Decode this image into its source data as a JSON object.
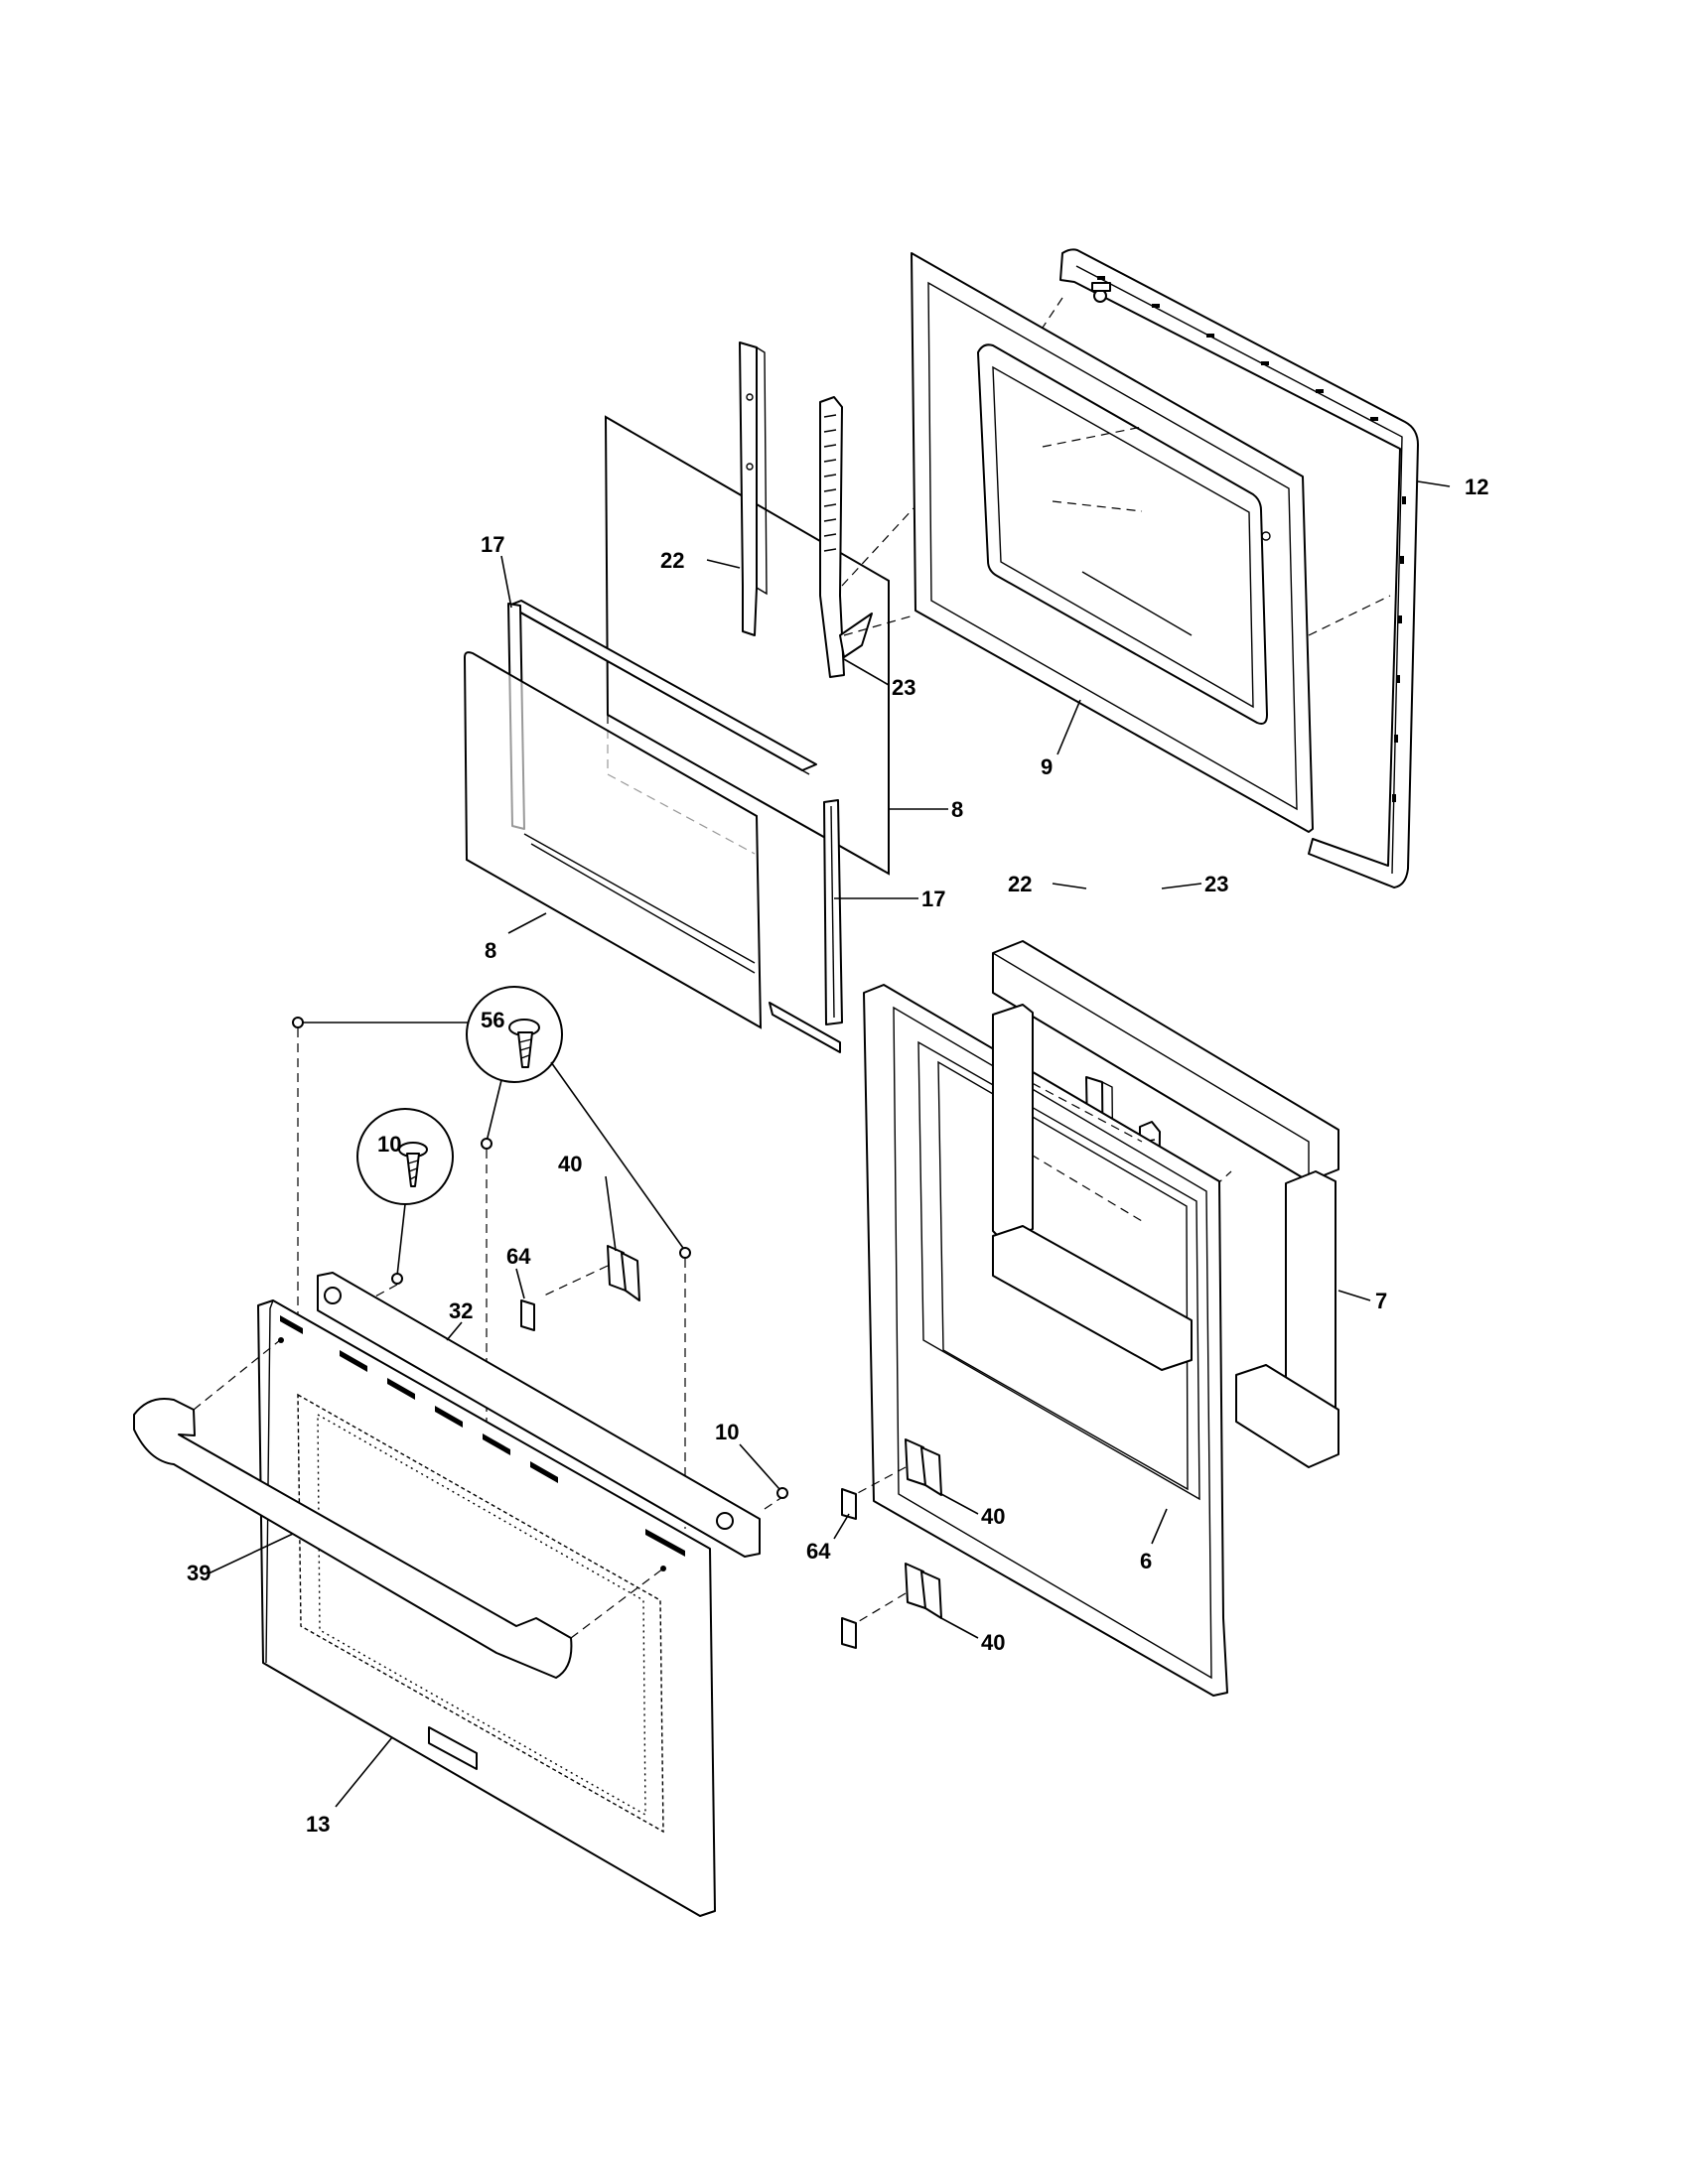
{
  "labels": {
    "l12": "12",
    "l22a": "22",
    "l17a": "17",
    "l23a": "23",
    "l9": "9",
    "l8a": "8",
    "l22b": "22",
    "l23b": "23",
    "l17b": "17",
    "l8b": "8",
    "l56": "56",
    "l10a": "10",
    "l40a": "40",
    "l64a": "64",
    "l32": "32",
    "l7": "7",
    "l10b": "10",
    "l40b": "40",
    "l64b": "64",
    "l39": "39",
    "l6": "6",
    "l40c": "40",
    "l13": "13"
  },
  "colors": {
    "line": "#000000",
    "background": "#ffffff"
  }
}
